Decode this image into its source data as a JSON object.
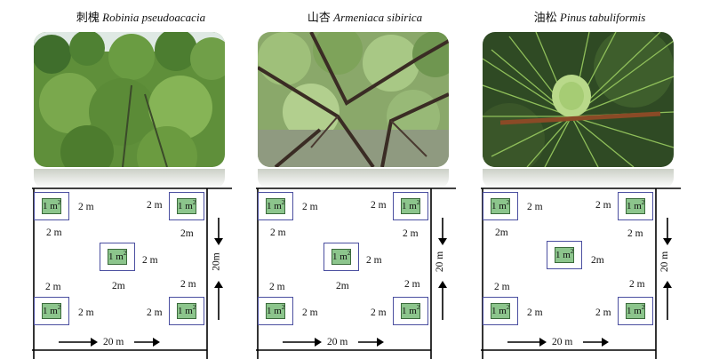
{
  "panels": [
    {
      "cn": "刺槐",
      "sci": "Robinia pseudoacacia",
      "labels": {
        "tl_right": "2 m",
        "tl_below": "2 m",
        "tr_left": "2 m",
        "tr_below": "2m",
        "center_right": "2 m",
        "center_below": "2m",
        "bl_above": "2 m",
        "bl_right": "2 m",
        "br_above": "2 m",
        "br_left": "2 m"
      },
      "side": "20m",
      "bottom": "20 m"
    },
    {
      "cn": "山杏",
      "sci": "Armeniaca sibirica",
      "labels": {
        "tl_right": "2 m",
        "tl_below": "2 m",
        "tr_left": "2 m",
        "tr_below": "2 m",
        "center_right": "2 m",
        "center_below": "2m",
        "bl_above": "2 m",
        "bl_right": "2 m",
        "br_above": "2 m",
        "br_left": "2 m"
      },
      "side": "20 m",
      "bottom": "20 m"
    },
    {
      "cn": "油松",
      "sci": "Pinus tabuliformis",
      "labels": {
        "tl_right": "2 m",
        "tl_below": "2m",
        "tr_left": "2 m",
        "tr_below": "2 m",
        "center_right": "2m",
        "center_below": "",
        "bl_above": "2 m",
        "bl_right": "2 m",
        "br_above": "2 m",
        "br_left": "2 m"
      },
      "side": "20 m",
      "bottom": "20 m"
    }
  ],
  "quadrat_label": "1 m",
  "quadrat_sup": "2",
  "colors": {
    "quadrat_fill": "#8cc58c",
    "subplot_border": "#4b4fa0",
    "plot_border": "#000000"
  }
}
